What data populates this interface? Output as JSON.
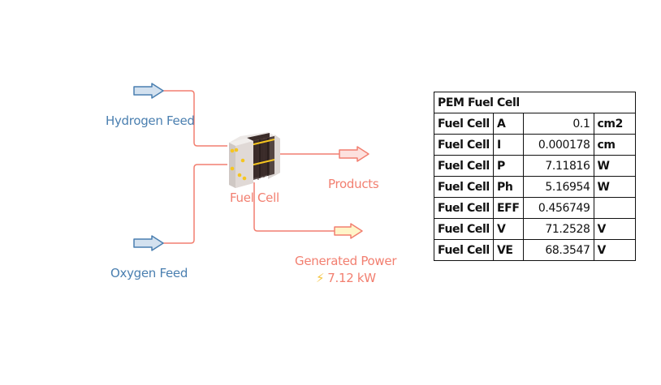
{
  "colors": {
    "feed_stream": "#4a7fb0",
    "product_stream": "#f27f70",
    "feed_arrow_fill": "#d3e1ef",
    "product_arrow_fill": "#fde1de",
    "power_arrow_fill": "#fff5c9",
    "power_arrow_stroke": "#f27f70",
    "bolt": "#f4c542"
  },
  "streams": {
    "hydrogen_feed": "Hydrogen Feed",
    "oxygen_feed": "Oxygen Feed",
    "products": "Products",
    "generated_power": "Generated Power",
    "generated_power_value": "7.12 kW"
  },
  "unit": {
    "name": "Fuel Cell",
    "icon": "fuel-cell-stack-icon"
  },
  "results_table": {
    "title": "PEM Fuel Cell",
    "rows": [
      {
        "block": "Fuel Cell",
        "variable": "A",
        "value": "0.1",
        "unit": "cm2"
      },
      {
        "block": "Fuel Cell",
        "variable": "I",
        "value": "0.000178",
        "unit": "cm"
      },
      {
        "block": "Fuel Cell",
        "variable": "P",
        "value": "7.11816",
        "unit": "W"
      },
      {
        "block": "Fuel Cell",
        "variable": "Ph",
        "value": "5.16954",
        "unit": "W"
      },
      {
        "block": "Fuel Cell",
        "variable": "EFF",
        "value": "0.456749",
        "unit": ""
      },
      {
        "block": "Fuel Cell",
        "variable": "V",
        "value": "71.2528",
        "unit": "V"
      },
      {
        "block": "Fuel Cell",
        "variable": "VE",
        "value": "68.3547",
        "unit": "V"
      }
    ]
  }
}
